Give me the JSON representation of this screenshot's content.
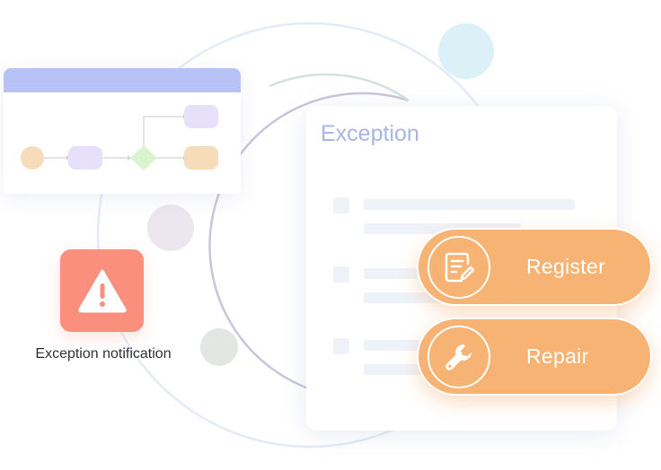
{
  "exception_card": {
    "title": "Exception"
  },
  "notification": {
    "label": "Exception notification",
    "icon": "warning-triangle-icon"
  },
  "actions": [
    {
      "label": "Register",
      "icon": "edit-document-icon"
    },
    {
      "label": "Repair",
      "icon": "wrench-icon"
    }
  ],
  "colors": {
    "accent_orange": "#f6b373",
    "warning_red": "#fb8f7d",
    "header_blue": "#b7c2f7",
    "title_blue": "#a7b6e3"
  }
}
